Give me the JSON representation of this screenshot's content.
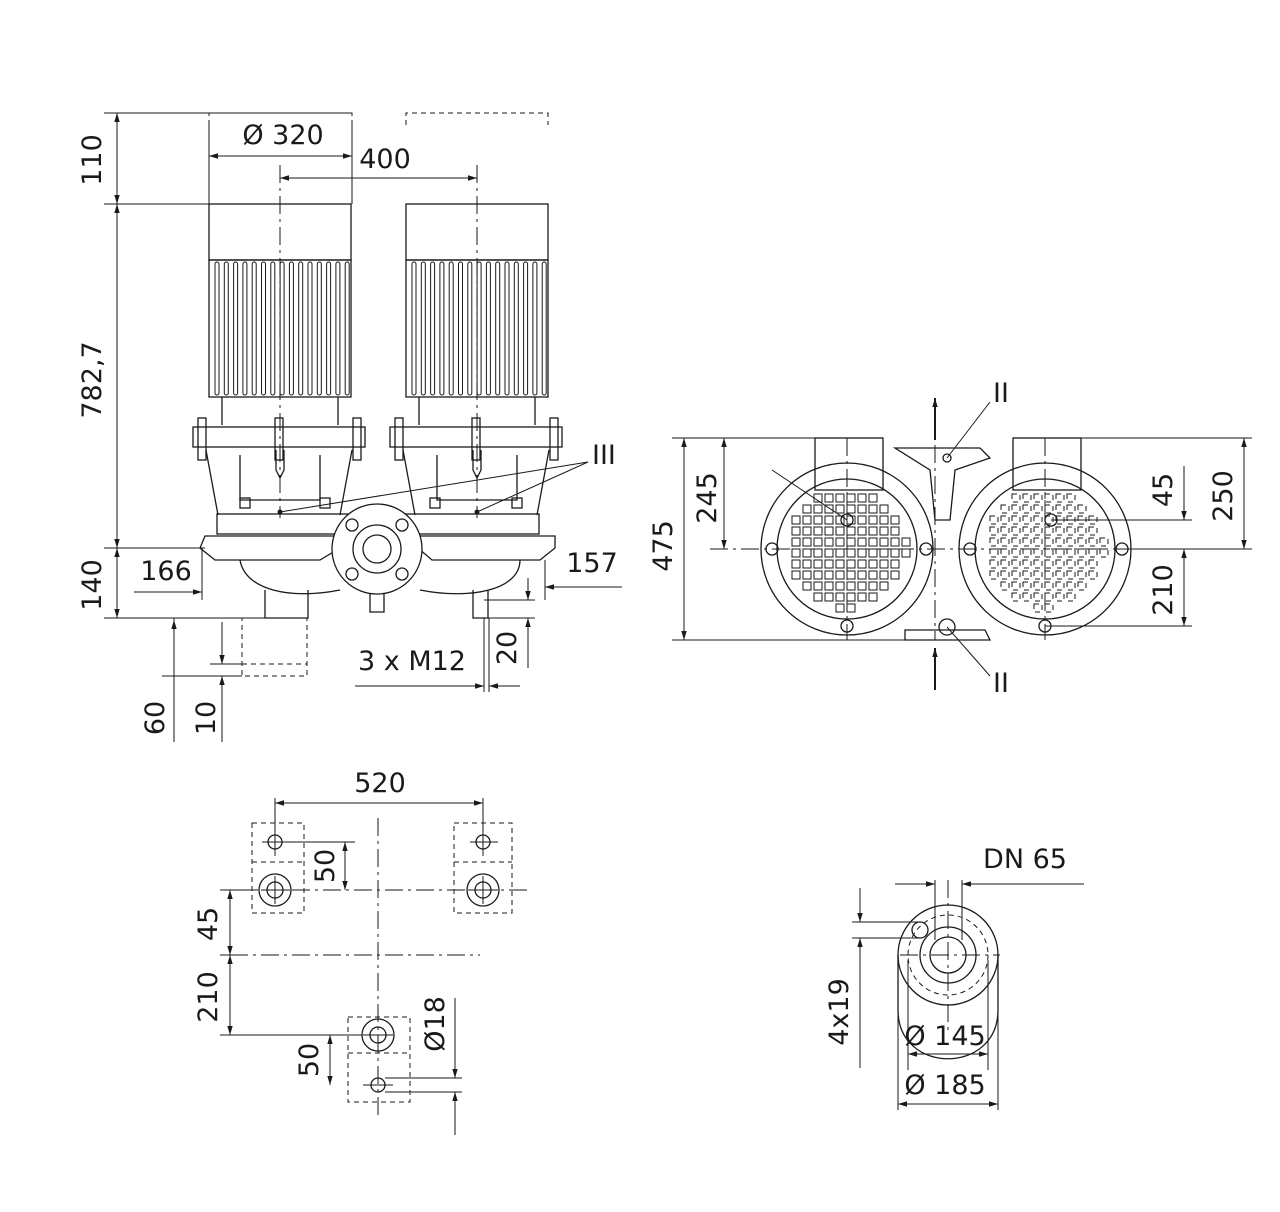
{
  "labels": {
    "front": {
      "motor_diameter": "Ø 320",
      "motor_spacing": "400",
      "top_clearance": "110",
      "height": "782,7",
      "base_height": "140",
      "left_offset": "166",
      "right_offset": "157",
      "flange_height": "20",
      "bolts": "3 x M12",
      "foot_depth": "60",
      "foot_thickness": "10",
      "detail_ref": "III"
    },
    "top": {
      "total_depth": "475",
      "upper_depth": "245",
      "flange_offset": "45",
      "right_upper": "250",
      "right_lower": "210",
      "detail_ref_top": "II",
      "detail_ref_bottom": "II"
    },
    "footprint": {
      "width": "520",
      "upper_hole_spacing": "50",
      "offset": "45",
      "depth": "210",
      "lower_hole_spacing": "50",
      "hole_diameter": "Ø18"
    },
    "flange": {
      "nominal": "DN 65",
      "bolt_circle": "Ø 145",
      "outer_diameter": "Ø 185",
      "holes": "4x19"
    }
  }
}
